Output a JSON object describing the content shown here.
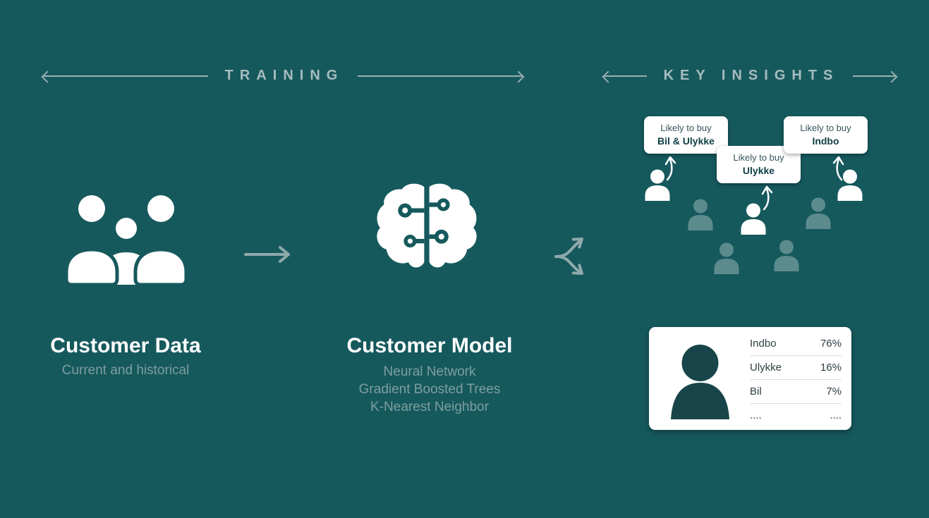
{
  "theme": {
    "background": "#16595D",
    "arrow_color": "#8FA9AB",
    "header_text_color": "#A7BCBE",
    "muted_text_color": "#7D9EA0",
    "white": "#FFFFFF",
    "callout_text_color": "#33555A",
    "callout_product_color": "#0F3F45",
    "card_text_color": "#2F3E44",
    "avatar_color": "#17454A"
  },
  "headers": {
    "training": "TRAINING",
    "key_insights": "KEY INSIGHTS"
  },
  "customer_data": {
    "icon": "people-group-icon",
    "title": "Customer Data",
    "subtitle": "Current and historical"
  },
  "customer_model": {
    "icon": "brain-icon",
    "title": "Customer Model",
    "methods": [
      "Neural Network",
      "Gradient Boosted Trees",
      "K-Nearest Neighbor"
    ]
  },
  "insights": {
    "callouts": [
      {
        "prefix": "Likely to buy",
        "product": "Bil & Ulykke"
      },
      {
        "prefix": "Likely to buy",
        "product": "Ulykke"
      },
      {
        "prefix": "Likely to buy",
        "product": "Indbo"
      }
    ],
    "prediction_card": {
      "avatar": "avatar-silhouette-icon",
      "rows": [
        {
          "label": "Indbo",
          "value": "76%"
        },
        {
          "label": "Ulykke",
          "value": "16%"
        },
        {
          "label": "Bil",
          "value": "7%"
        },
        {
          "label": "....",
          "value": "...."
        }
      ]
    }
  }
}
